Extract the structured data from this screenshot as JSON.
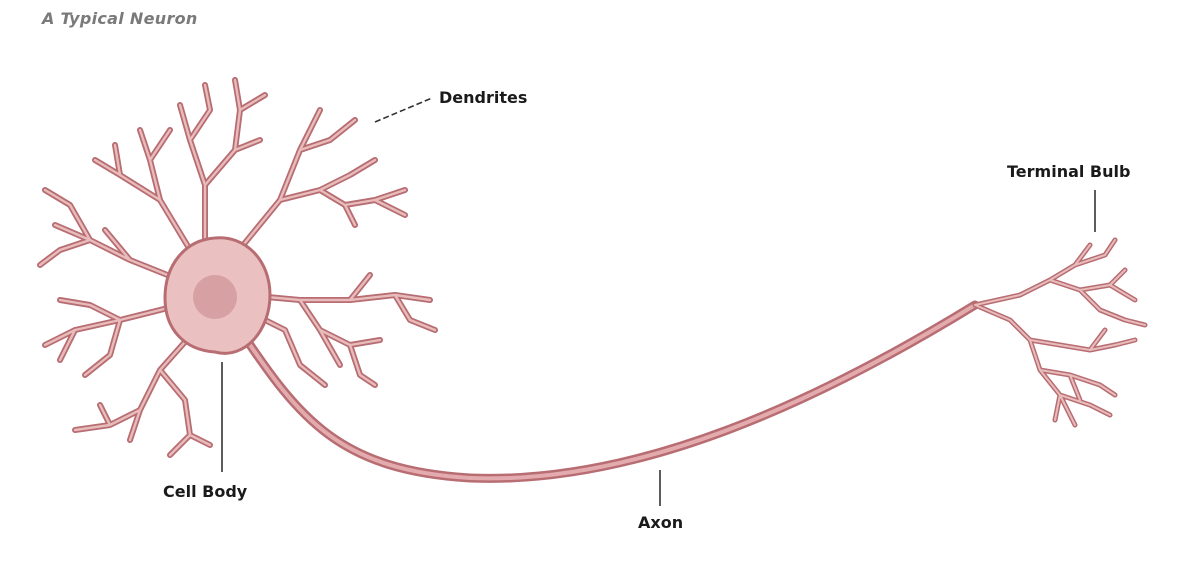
{
  "title": "A Typical Neuron",
  "labels": {
    "dendrites": "Dendrites",
    "terminal_bulb": "Terminal Bulb",
    "cell_body": "Cell Body",
    "axon": "Axon"
  },
  "colors": {
    "neuron_stroke": "#b76d72",
    "neuron_fill": "#e7b3b3",
    "nucleus": "#d49a9c",
    "leader_line": "#333333"
  }
}
